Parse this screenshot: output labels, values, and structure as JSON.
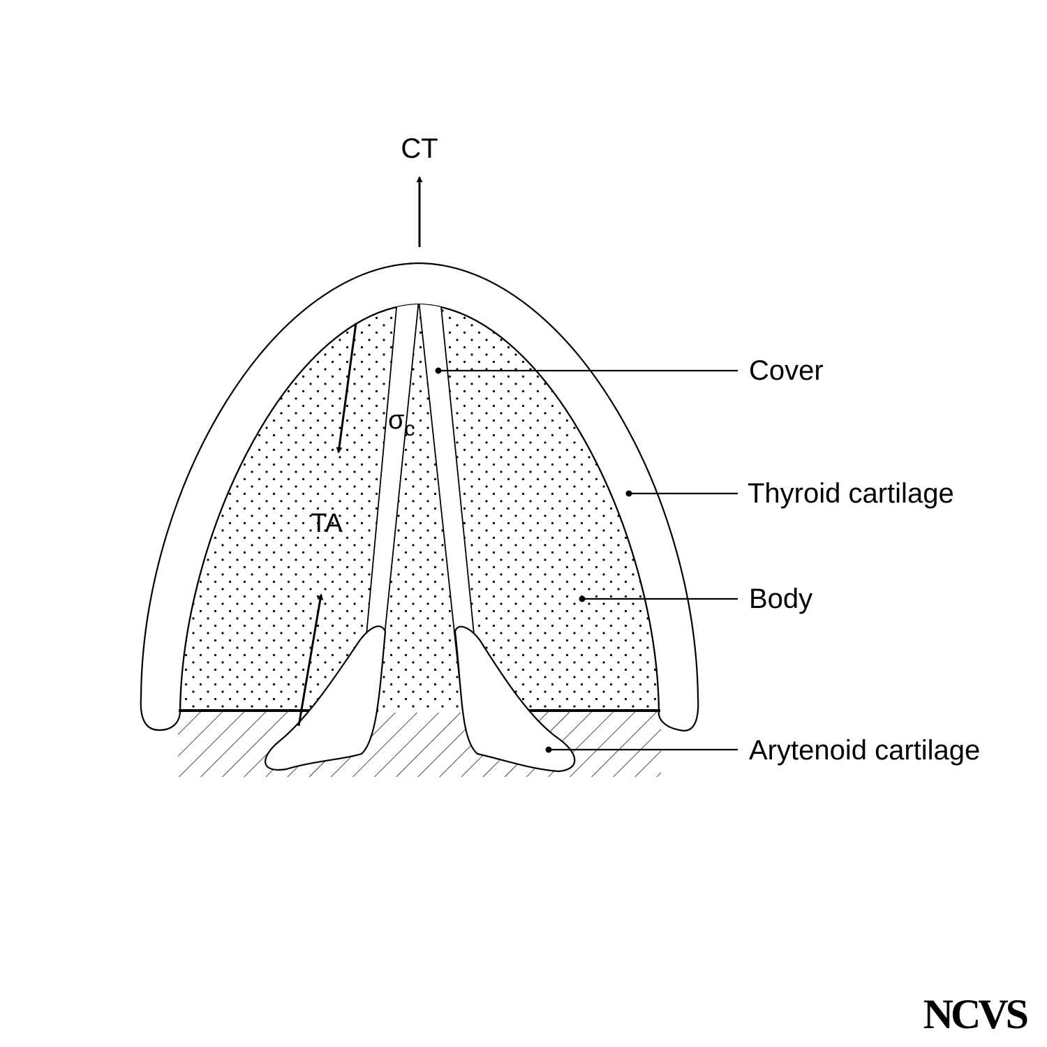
{
  "diagram": {
    "labels": {
      "ct": "CT",
      "ta": "TA",
      "sigma_symbol": "σ",
      "sigma_subscript": "c",
      "cover": "Cover",
      "thyroid_cartilage": "Thyroid cartilage",
      "body": "Body",
      "arytenoid_cartilage": "Arytenoid cartilage"
    },
    "logo": "NCVS",
    "colors": {
      "ink": "#000000",
      "background": "#ffffff"
    }
  }
}
